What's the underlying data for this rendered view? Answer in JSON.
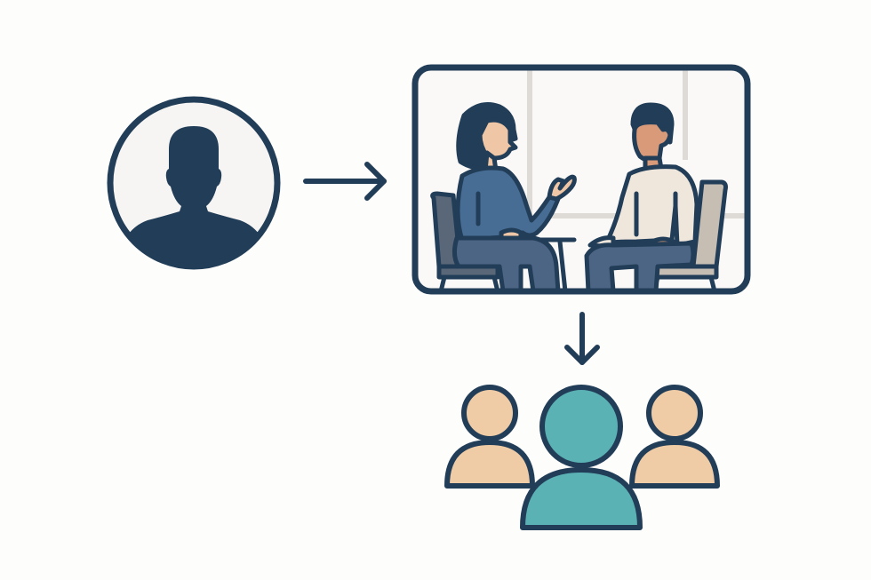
{
  "diagram": {
    "type": "flow",
    "nodes": [
      {
        "id": "individual",
        "label": "",
        "icon": "user-avatar-icon",
        "description": "single person silhouette in circle"
      },
      {
        "id": "interview",
        "label": "",
        "icon": "conversation-scene",
        "description": "two people seated talking in a framed room"
      },
      {
        "id": "group",
        "label": "",
        "icon": "user-group-icon",
        "description": "three people, center highlighted"
      }
    ],
    "edges": [
      {
        "from": "individual",
        "to": "interview",
        "direction": "right",
        "icon": "arrow-right-icon"
      },
      {
        "from": "interview",
        "to": "group",
        "direction": "down",
        "icon": "arrow-down-icon"
      }
    ]
  },
  "colors": {
    "background": "#fdfdfc",
    "outline": "#223d57",
    "avatar_fill": "#223d57",
    "avatar_bg": "#f6f5f3",
    "woman_shirt": "#476d95",
    "man_shirt": "#efe6dc",
    "pants": "#4c6584",
    "chair_left": "#5a6778",
    "chair_right": "#c6bdb3",
    "skin_light": "#f0c7a6",
    "skin_dark": "#d99a7a",
    "window_frame": "#dedbd7",
    "group_side": "#efcba6",
    "group_center": "#5bb2b5"
  }
}
